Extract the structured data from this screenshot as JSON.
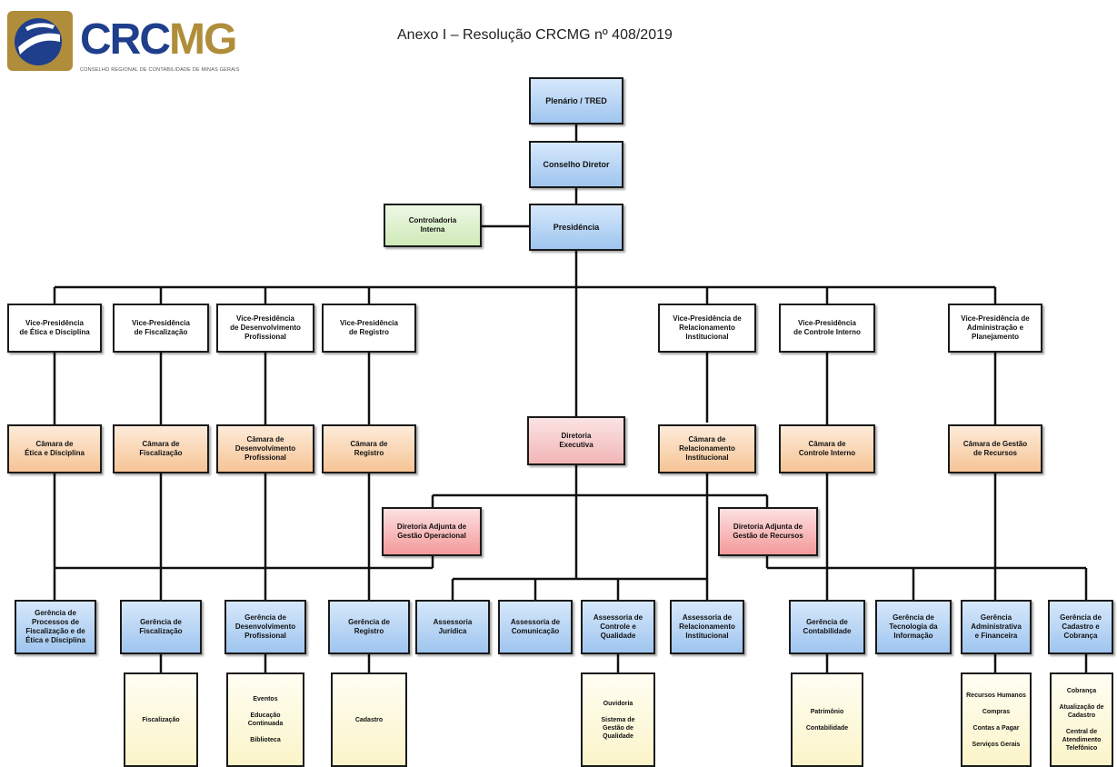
{
  "header": {
    "title": "Anexo I – Resolução CRCMG nº 408/2019"
  },
  "logo": {
    "text_part1": "CRC",
    "text_part2": "MG",
    "subtitle": "CONSELHO REGIONAL DE CONTABILIDADE DE MINAS GERAIS",
    "colors": {
      "blue": "#1f3f8c",
      "gold": "#b08d3a"
    }
  },
  "colors": {
    "blue_box": "#9fc5ef",
    "orange_box": "#f6c495",
    "pink_box": "#f2b6b6",
    "green_box": "#cfeab8",
    "yellow_box": "#fbf4c9"
  },
  "nodes": {
    "plenario": "Plenário / TRED",
    "conselho_diretor": "Conselho Diretor",
    "controladoria": "Controladoria\nInterna",
    "presidencia": "Presidência",
    "vp_etica": "Vice-Presidência\nde Ética e Disciplina",
    "vp_fiscalizacao": "Vice-Presidência\nde Fiscalização",
    "vp_desenv": "Vice-Presidência\nde Desenvolvimento\nProfissional",
    "vp_registro": "Vice-Presidência\nde Registro",
    "vp_relac": "Vice-Presidência de\nRelacionamento\nInstitucional",
    "vp_controle": "Vice-Presidência\nde Controle Interno",
    "vp_admin": "Vice-Presidência de\nAdministração e\nPlanejamento",
    "cam_etica": "Câmara de\nÉtica e Disciplina",
    "cam_fisc": "Câmara de\nFiscalização",
    "cam_desenv": "Câmara de\nDesenvolvimento\nProfissional",
    "cam_registro": "Câmara de\nRegistro",
    "diretoria_exec": "Diretoria\nExecutiva",
    "cam_relac": "Câmara de\nRelacionamento\nInstitucional",
    "cam_controle": "Câmara de\nControle Interno",
    "cam_recursos": "Câmara de Gestão\nde Recursos",
    "dir_adj_oper": "Diretoria Adjunta de\nGestão Operacional",
    "dir_adj_rec": "Diretoria Adjunta de\nGestão de Recursos",
    "ger_proc": "Gerência de\nProcessos de\nFiscalização e de\nÉtica e Disciplina",
    "ger_fisc": "Gerência de\nFiscalização",
    "ger_desenv": "Gerência de\nDesenvolvimento\nProfissional",
    "ger_registro": "Gerência de\nRegistro",
    "ass_juridica": "Assessoria\nJurídica",
    "ass_comunic": "Assessoria de\nComunicação",
    "ass_controle": "Assessoria de\nControle e\nQualidade",
    "ass_relac": "Assessoria de\nRelacionamento\nInstitucional",
    "ger_contab": "Gerência de\nContabilidade",
    "ger_ti": "Gerência de\nTecnologia da\nInformação",
    "ger_admin": "Gerência\nAdministrativa\ne Financeira",
    "ger_cadastro": "Gerência de\nCadastro e\nCobrança",
    "sub_fisc": "Fiscalização",
    "sub_desenv": "Eventos\n\nEducação\nContinuada\n\nBiblioteca",
    "sub_registro": "Cadastro",
    "sub_controle": "Ouvidoria\n\nSistema de\nGestão de\nQualidade",
    "sub_contab": "Patrimônio\n\nContabilidade",
    "sub_admin": "Recursos Humanos\n\nCompras\n\nContas a Pagar\n\nServiços Gerais",
    "sub_cadastro": "Cobrança\n\nAtualização de\nCadastro\n\nCentral de\nAtendimento\nTelefônico"
  }
}
